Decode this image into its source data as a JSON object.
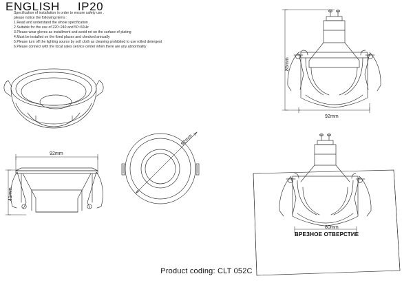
{
  "header": {
    "language": "ENGLISH",
    "ip_rating": "IP20"
  },
  "instructions": {
    "lines": [
      "Specification of installation in order to ensure safety use .",
      "please notice the following items :",
      "1.Read and understand the whole specification .",
      "2.Suitable for the use of 220~240 and 50~60Hz",
      "3.Please wear gloves as installment and avoid rot on the surface of plating",
      "4.Must be installed on the fixed places and checked annually",
      "5.Please turn off the lighting source by soft cloth as cleaning prohibited to use rolled detergent",
      "6.Please connect with the local sales service center when there are any abnormality"
    ]
  },
  "drawings": {
    "perspective_view": {
      "name": "downlight-perspective-view"
    },
    "side_section_view": {
      "name": "downlight-side-section-view",
      "width_label": "92mm",
      "height_label": "41mm"
    },
    "top_view": {
      "name": "downlight-top-view",
      "diameter_label": "92mm"
    },
    "front_section_view": {
      "name": "downlight-front-section-with-lamp",
      "height_label": "85mm",
      "width_label": "92mm"
    },
    "installation_view": {
      "name": "downlight-ceiling-installation-view",
      "cutout_label": "80mm",
      "cutout_caption": "ВРЕЗНОЕ ОТВЕРСТИЕ"
    }
  },
  "footer": {
    "product_coding": "Product coding: CLT 052C"
  },
  "colors": {
    "line": "#3a3a3a",
    "text": "#1a1a1a",
    "background": "#ffffff"
  }
}
